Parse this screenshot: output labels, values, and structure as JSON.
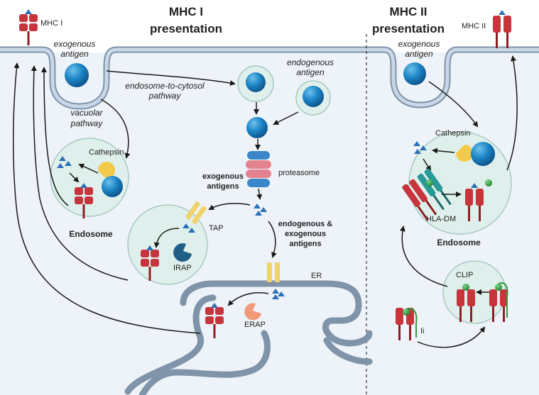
{
  "titles": {
    "mhc1_line1": "MHC I",
    "mhc1_line2": "presentation",
    "mhc2_line1": "MHC II",
    "mhc2_line2": "presentation"
  },
  "labels": {
    "mhc1_receptor": "MHC I",
    "mhc2_receptor": "MHC II",
    "exo_antigen_left_1": "exogenous",
    "exo_antigen_left_2": "antigen",
    "exo_antigen_right_1": "exogenous",
    "exo_antigen_right_2": "antigen",
    "endo_antigen_1": "endogenous",
    "endo_antigen_2": "antigen",
    "endosome_cytosol_1": "endosome-to-cytosol",
    "endosome_cytosol_2": "pathway",
    "vacuolar_1": "vacuolar",
    "vacuolar_2": "pathway",
    "cathepsin_left": "Cathepsin",
    "cathepsin_right": "Cathepsin",
    "endosome_left": "Endosome",
    "endosome_right": "Endosome",
    "proteasome": "proteasome",
    "exo_antigens_1": "exogenous",
    "exo_antigens_2": "antigens",
    "endo_exo_1": "endogenous &",
    "endo_exo_2": "exogenous",
    "endo_exo_3": "antigens",
    "tap": "TAP",
    "irap": "IRAP",
    "er": "ER",
    "erap": "ERAP",
    "hla_dm": "HLA-DM",
    "clip": "CLIP",
    "ii": "Ii"
  },
  "colors": {
    "membrane_fill": "#bfd0e2",
    "membrane_stroke": "#7f93a9",
    "cytosol": "#edf3f8",
    "vesicle_fill": "#dff0ec",
    "vesicle_stroke": "#a7c8c2",
    "antigen": "#1c86c6",
    "mhc": "#c8343b",
    "peptide": "#2e6fb5",
    "cathepsin": "#f3c94a",
    "tap": "#f0d36a",
    "irap": "#1f5f86",
    "erap": "#f19a7a",
    "hla_dm": "#2a9a98",
    "clip": "#2e9a3e",
    "proteasome_blue": "#3a86c8",
    "proteasome_pink": "#e2838f"
  }
}
